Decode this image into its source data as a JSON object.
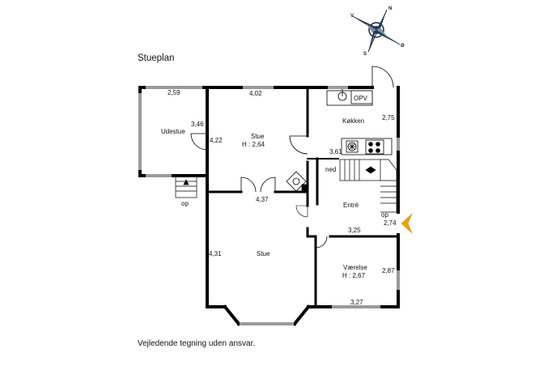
{
  "title": "Stueplan",
  "footer": "Vejledende tegning uden ansvar.",
  "compass": {
    "n": "N",
    "s": "S",
    "v": "V",
    "o": "Ø"
  },
  "rooms": {
    "udestue": {
      "name": "Udestue"
    },
    "stue_top": {
      "name": "Stue",
      "height": "H : 2,64"
    },
    "kokken": {
      "name": "Køkken"
    },
    "entre": {
      "name": "Entré"
    },
    "stue_big": {
      "name": "Stue"
    },
    "vaerelse": {
      "name": "Værelse",
      "height": "H : 2,67"
    }
  },
  "dimensions": {
    "udestue_width": "2,59",
    "udestue_depth": "3,46",
    "stue_top_width": "4,02",
    "stue_top_depth": "4,22",
    "kokken_depth": "2,75",
    "kokken_width": "3,61",
    "stue_opening": "4,37",
    "stue_big_depth": "4,31",
    "entre_depth": "2,74",
    "entre_width": "3,25",
    "vaerelse_depth": "2,87",
    "vaerelse_width": "3,27"
  },
  "labels": {
    "opv": "OPV",
    "ned": "ned",
    "op_entry": "op",
    "op_steps": "op"
  },
  "colors": {
    "wall": "#000000",
    "window": "#9a9a9a",
    "entry_arrow": "#f2a000"
  }
}
